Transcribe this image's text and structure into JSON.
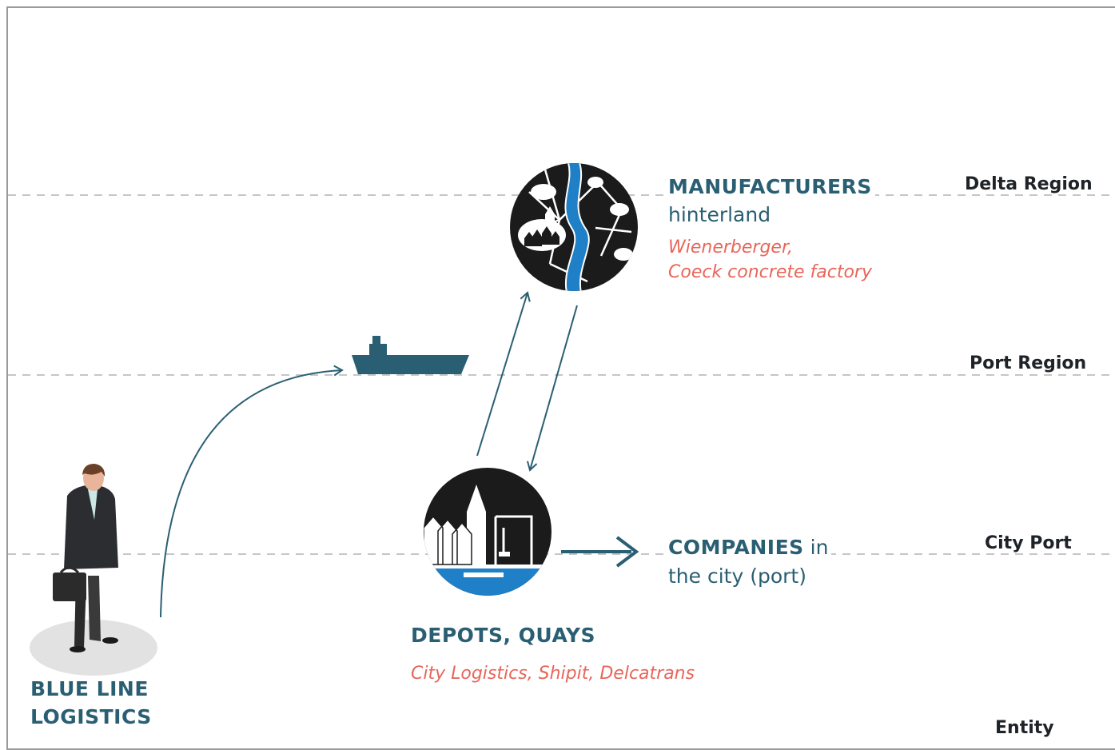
{
  "regions": {
    "delta": "Delta Region",
    "port": "Port Region",
    "city": "City Port",
    "entity": "Entity"
  },
  "manufacturers": {
    "title": "MANUFACTURERS",
    "subtitle": "hinterland",
    "examples_line1": "Wienerberger,",
    "examples_line2": "Coeck concrete factory"
  },
  "companies": {
    "title": "COMPANIES",
    "title_suffix": " in",
    "line2": "the city (port)"
  },
  "depots": {
    "title": "DEPOTS, QUAYS",
    "examples": "City Logistics, Shipit, Delcatrans"
  },
  "actor": {
    "line1": "BLUE LINE",
    "line2": "LOGISTICS"
  },
  "colors": {
    "accent": "#2a5f73",
    "highlight": "#e8665a",
    "river": "#1f7fc7",
    "dashed": "#b3b3b3",
    "icon_fill": "#1b1b1b"
  }
}
